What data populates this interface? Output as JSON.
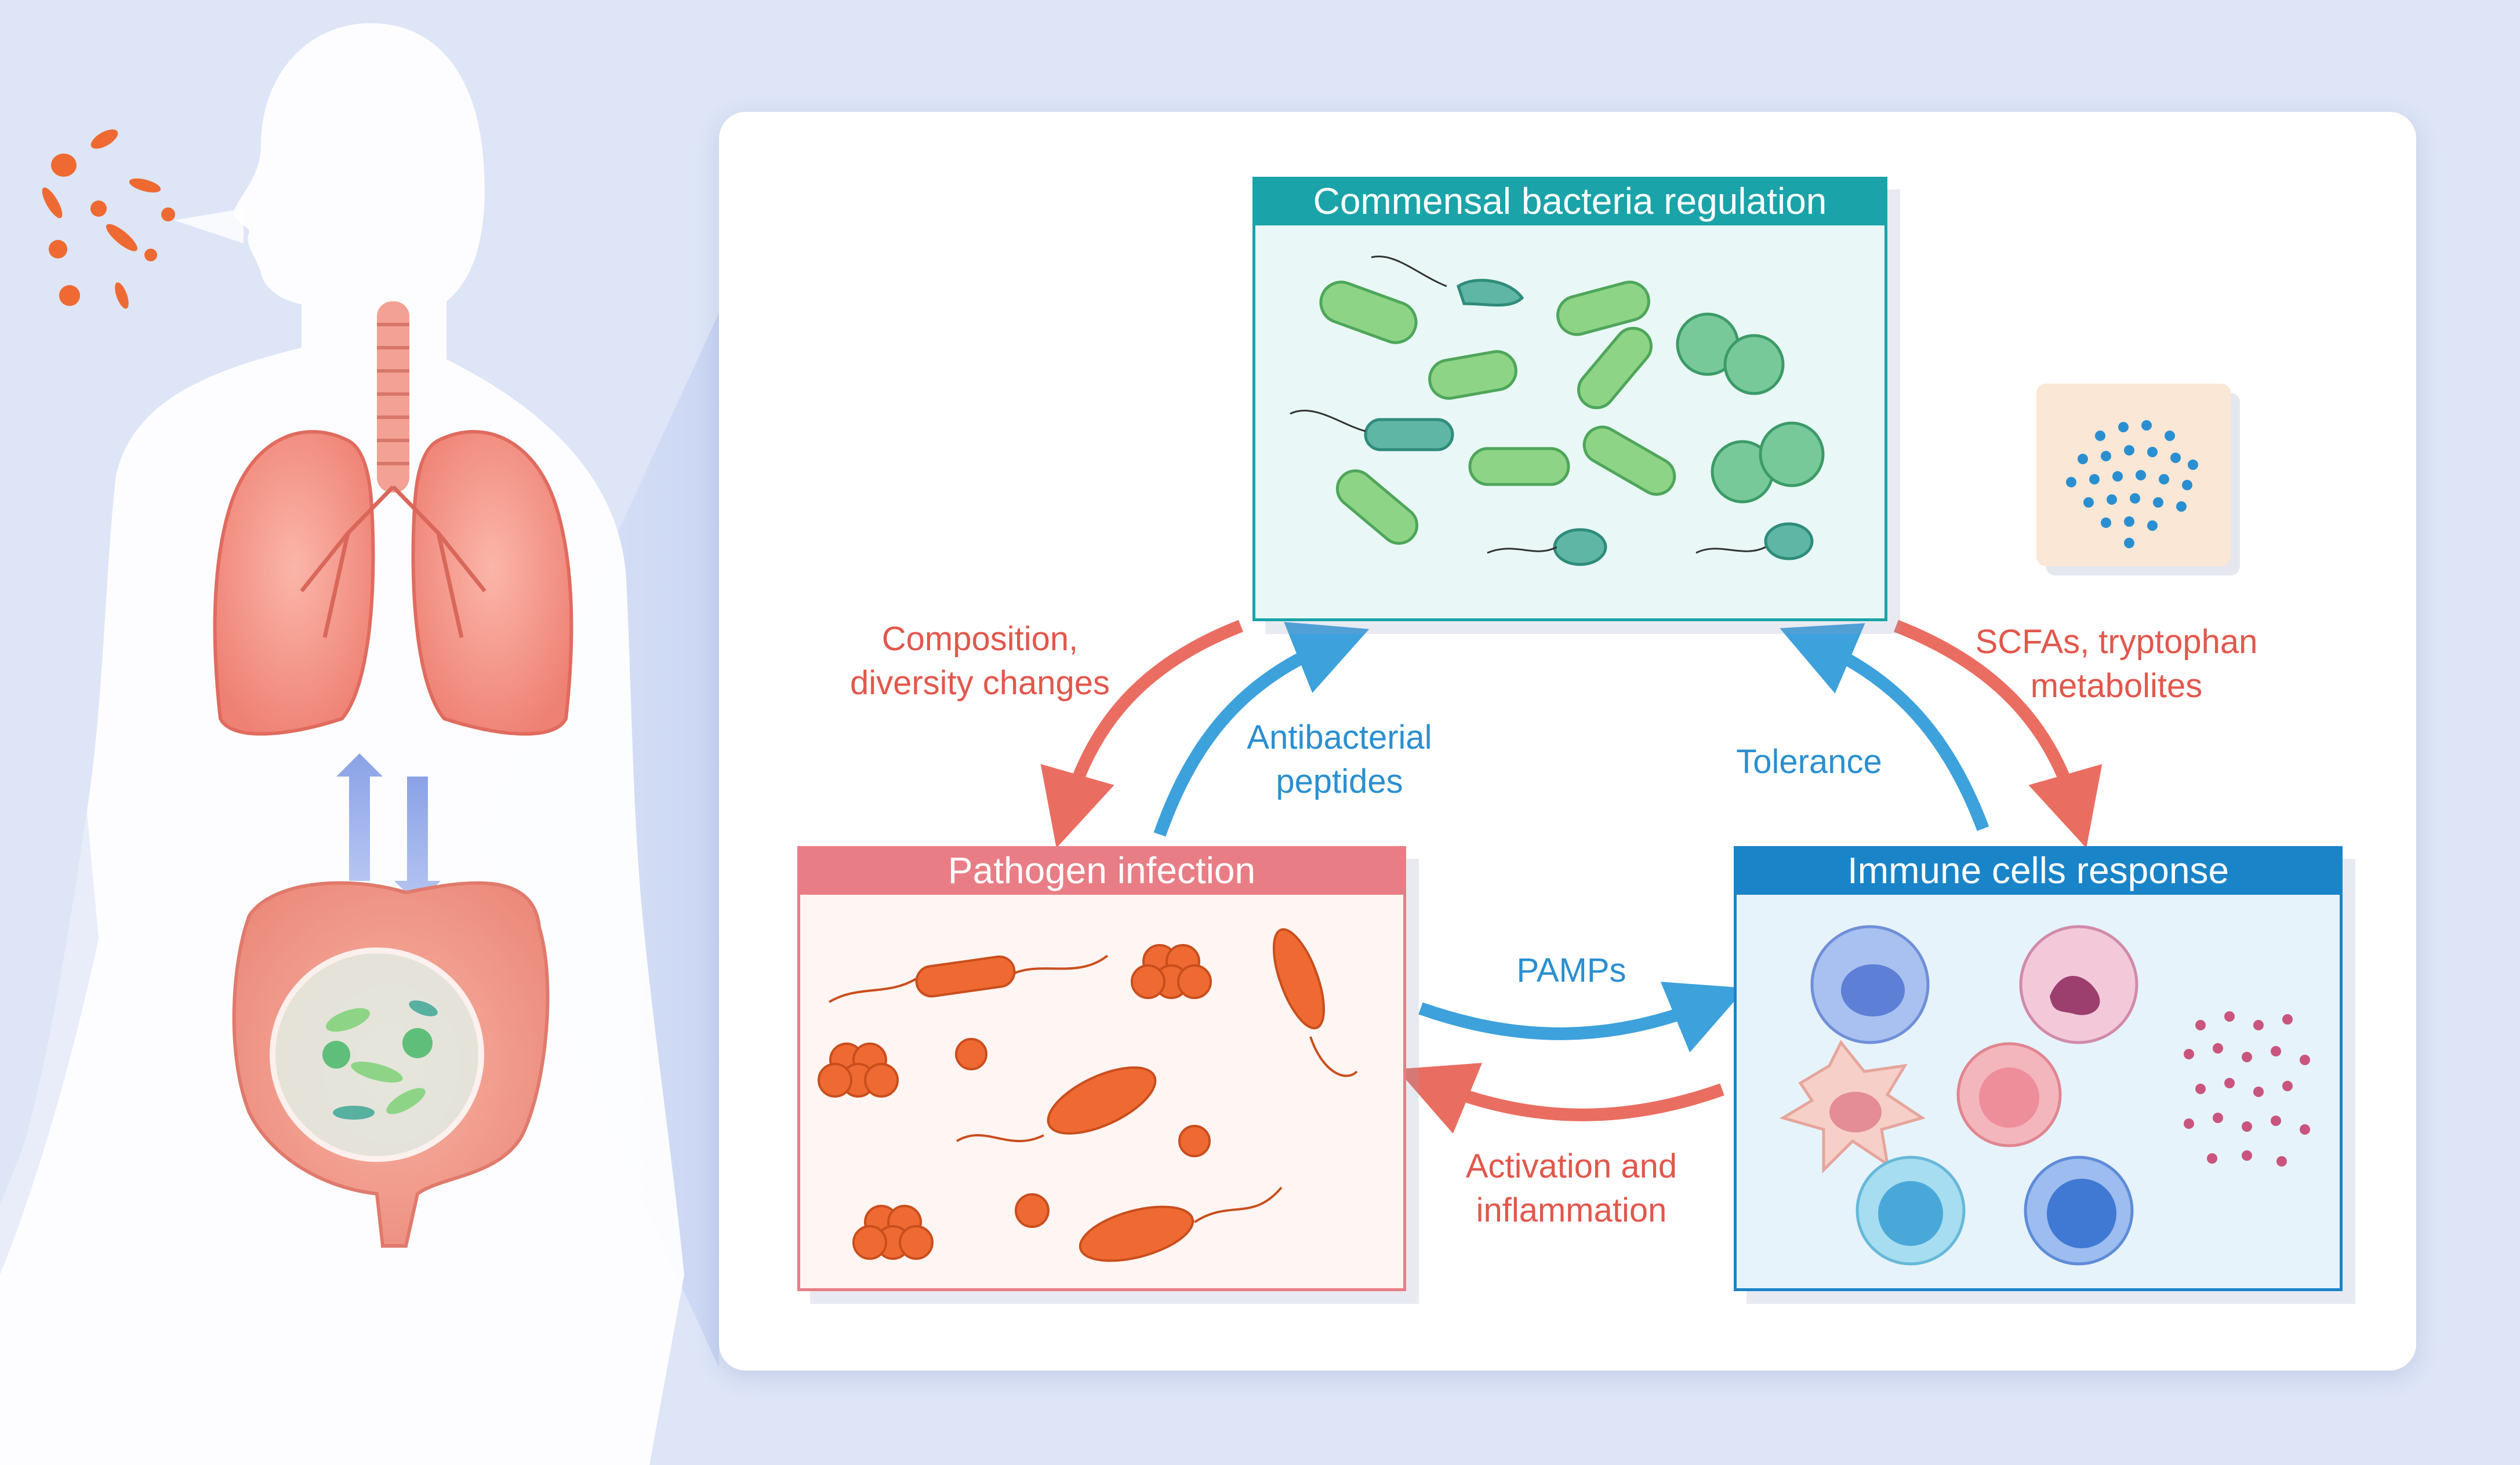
{
  "boxes": {
    "commensal": {
      "title": "Commensal bacteria regulation"
    },
    "pathogen": {
      "title": "Pathogen infection"
    },
    "immune": {
      "title": "Immune cells response"
    }
  },
  "arrows": {
    "composition": {
      "line1": "Composition,",
      "line2": "diversity changes"
    },
    "antibacterial": {
      "line1": "Antibacterial",
      "line2": "peptides"
    },
    "scfas": {
      "line1": "SCFAs, tryptophan",
      "line2": "metabolites"
    },
    "tolerance": {
      "label": "Tolerance"
    },
    "pamps": {
      "label": "PAMPs"
    },
    "activation": {
      "line1": "Activation and",
      "line2": "inflammation"
    }
  },
  "colors": {
    "commensal_header": "#1aa3a8",
    "pathogen_header": "#e97d85",
    "immune_header": "#1a84c8",
    "red_arrow": "#ea6d61",
    "blue_arrow": "#3da1dc",
    "pathogen_bacteria": "#ee6a32",
    "commensal_bacteria": "#8ed487"
  }
}
